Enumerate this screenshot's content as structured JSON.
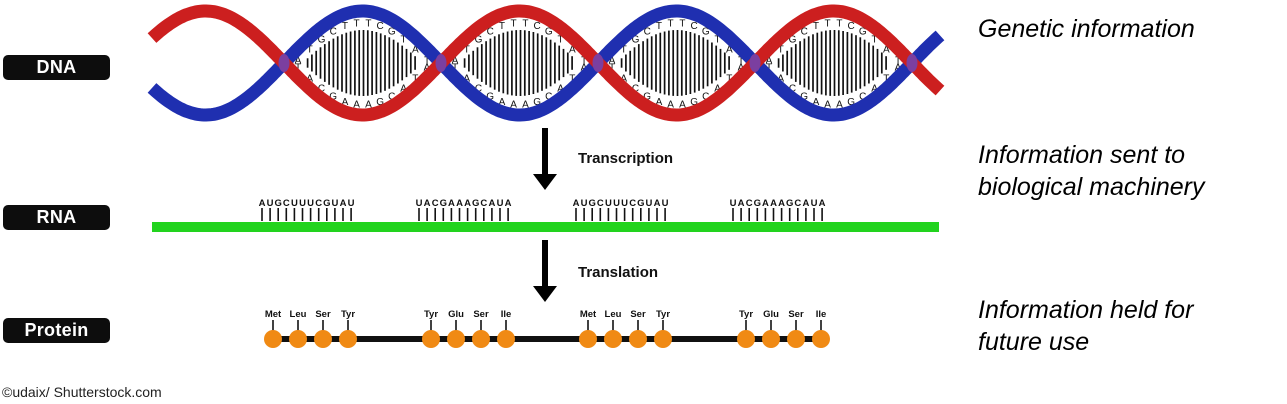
{
  "stages": [
    {
      "label": "DNA",
      "description_lines": [
        "Genetic information"
      ]
    },
    {
      "label": "RNA",
      "description_lines": [
        "Information sent to",
        "biological machinery"
      ]
    },
    {
      "label": "Protein",
      "description_lines": [
        "Information held for",
        "future use"
      ]
    }
  ],
  "processes": [
    "Transcription",
    "Translation"
  ],
  "dna": {
    "top_sequence": [
      "A",
      "T",
      "G",
      "C",
      "T",
      "T",
      "T",
      "C",
      "G",
      "T",
      "A",
      "T"
    ],
    "bottom_sequence": [
      "T",
      "A",
      "C",
      "G",
      "A",
      "A",
      "A",
      "G",
      "C",
      "A",
      "T",
      "A"
    ],
    "colors": {
      "strand_a": "#cc1f1f",
      "strand_b": "#1f2fb0",
      "overlap": "#7b3fa0"
    }
  },
  "rna": {
    "segments": [
      "AUGCUUUCGUAU",
      "UACGAAAGCAUA",
      "AUGCUUUCGUAU",
      "UACGAAAGCAUA"
    ],
    "color": "#22d31e"
  },
  "protein": {
    "groups": [
      [
        "Met",
        "Leu",
        "Ser",
        "Tyr"
      ],
      [
        "Tyr",
        "Glu",
        "Ser",
        "Ile"
      ],
      [
        "Met",
        "Leu",
        "Ser",
        "Tyr"
      ],
      [
        "Tyr",
        "Glu",
        "Ser",
        "Ile"
      ]
    ],
    "bead_color": "#f08a14"
  },
  "credit": "©udaix/ Shutterstock.com"
}
